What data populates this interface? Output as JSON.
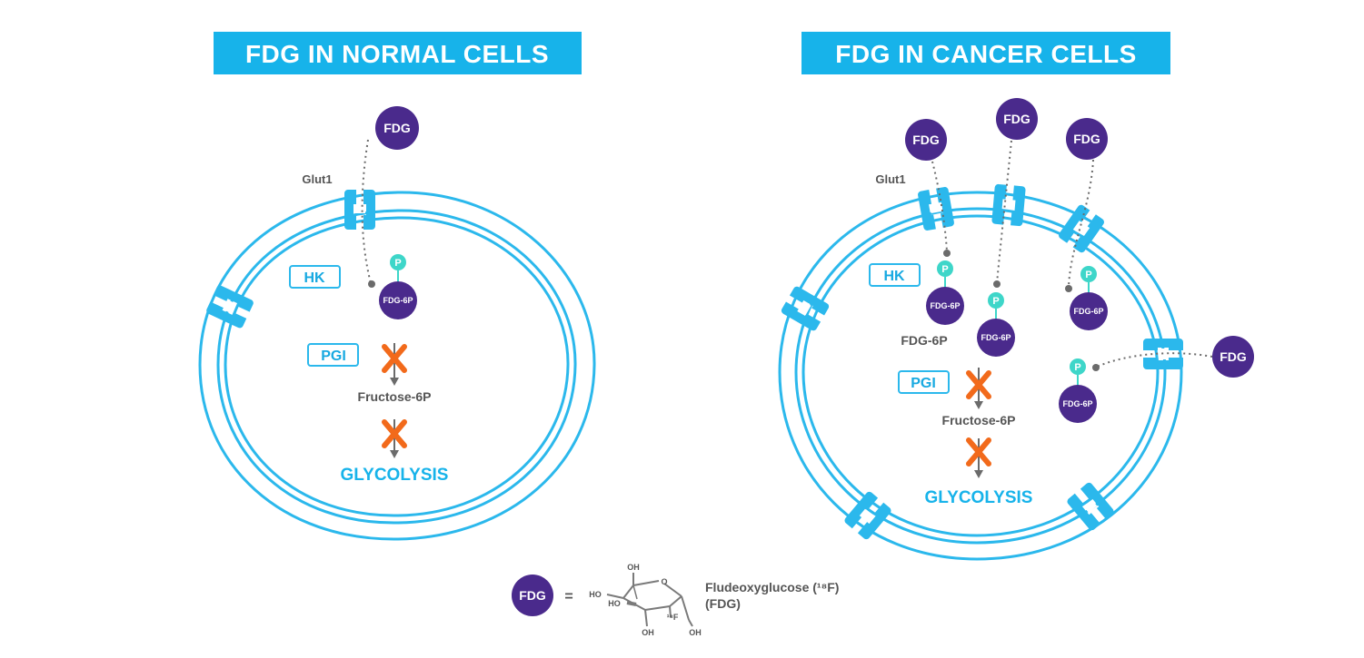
{
  "panels": {
    "normal": {
      "title": "FDG IN NORMAL CELLS",
      "transporter_label": "Glut1",
      "fdg_label": "FDG",
      "fdg6p_label": "FDG-6P",
      "phosphate_label": "P",
      "hk_label": "HK",
      "pgi_label": "PGI",
      "fructose_label": "Fructose-6P",
      "glycolysis_label": "GLYCOLYSIS"
    },
    "cancer": {
      "title": "FDG IN CANCER CELLS",
      "transporter_label": "Glut1",
      "fdg_label": "FDG",
      "fdg6p_label": "FDG-6P",
      "phosphate_label": "P",
      "hk_label": "HK",
      "pgi_label": "PGI",
      "fdg6p_text": "FDG-6P",
      "fructose_label": "Fructose-6P",
      "glycolysis_label": "GLYCOLYSIS"
    }
  },
  "legend": {
    "fdg_symbol": "FDG",
    "equals": "=",
    "name_line1": "Fludeoxyglucose (¹⁸F)",
    "name_line2": "(FDG)",
    "structure_labels": {
      "oh_top": "OH",
      "o_ring": "O",
      "ho_left": "HO",
      "ho_mid": "HO",
      "f18": "¹⁸F",
      "oh_right": "OH",
      "oh_bottom": "OH"
    }
  },
  "colors": {
    "banner": "#17b3ea",
    "membrane": "#2bb8ec",
    "fdg_purple": "#4a2a8c",
    "phosphate": "#3ed6c9",
    "block_x": "#f26a1b",
    "arrow": "#6b6b6b"
  }
}
